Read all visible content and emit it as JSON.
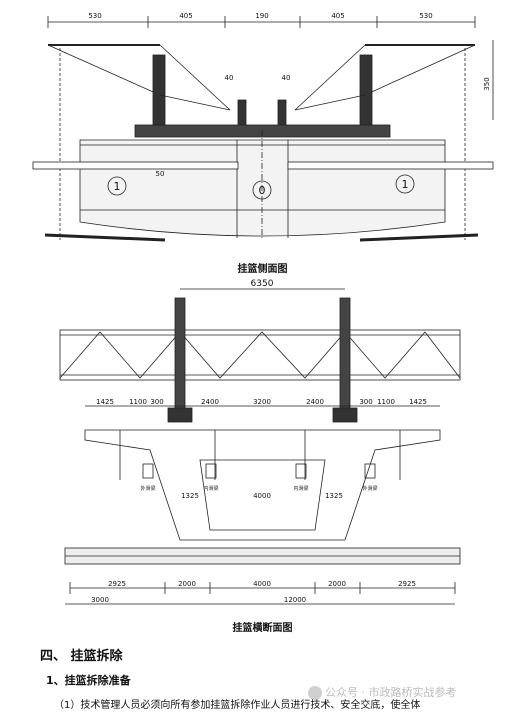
{
  "figure1": {
    "caption": "挂篮侧面图",
    "dims_top": [
      "530",
      "405",
      "190",
      "405",
      "530"
    ],
    "dim_side": "350",
    "segment_labels": [
      "1",
      "0",
      "1"
    ],
    "small_dims": [
      "40",
      "40",
      "50"
    ]
  },
  "figure2": {
    "caption": "挂篮横断面图",
    "top_dim": "6350",
    "mid_dims": [
      "1425",
      "1100",
      "300",
      "2400",
      "3200",
      "2400",
      "300",
      "1100",
      "1425"
    ],
    "inner_dims": [
      "1325",
      "4000",
      "1325"
    ],
    "bottom_dims_row1": [
      "2925",
      "2000",
      "4000",
      "2000",
      "2925"
    ],
    "bottom_dims_row2": [
      "3000",
      "12000"
    ],
    "labels": [
      "外滑梁",
      "内滑梁",
      "内滑梁",
      "外滑梁"
    ]
  },
  "section": {
    "heading": "四、 挂篮拆除",
    "subheading": "1、挂篮拆除准备",
    "paragraph": "（1）技术管理人员必须向所有参加挂篮拆除作业人员进行技术、安全交底，使全体"
  },
  "watermark": "公众号 · 市政路桥实战参考"
}
